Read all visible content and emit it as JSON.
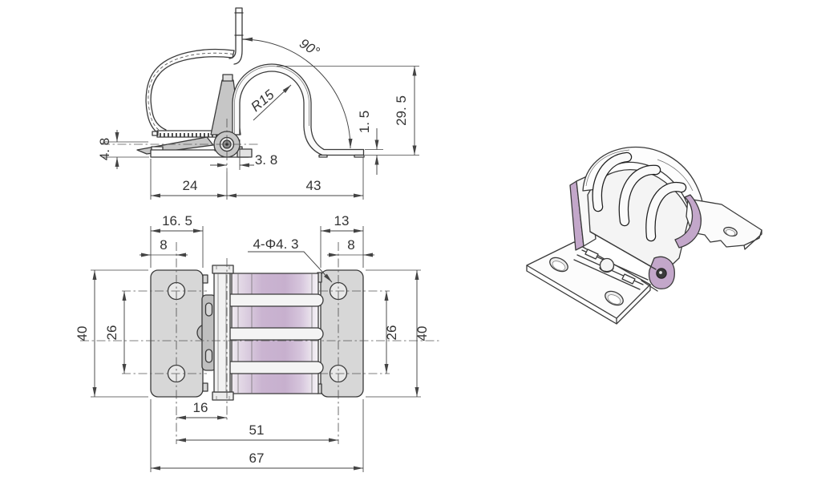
{
  "drawing": {
    "side_view": {
      "base_height": "4. 8",
      "rotation_angle": "90°",
      "bend_radius": "R15",
      "overall_height": "29. 5",
      "flange_thickness": "1. 5",
      "pin_offset": "3. 8",
      "left_length": "24",
      "right_length": "43"
    },
    "plan_view": {
      "left_plate_width": "16. 5",
      "left_hole_edge": "8",
      "hole_callout": "4-Φ4. 3",
      "right_plate_width": "13",
      "right_hole_edge": "8",
      "left_plate_height": "40",
      "left_hole_spacing": "26",
      "right_hole_spacing": "26",
      "right_plate_height": "40",
      "pivot_offset": "16",
      "hole_pitch": "51",
      "overall_length": "67"
    },
    "colors": {
      "line": "#3a3a3a",
      "plate_gray": "#d7d7d7",
      "metal_gray": "#c6c6c6",
      "accent_purple": "#c3a7ca"
    }
  }
}
